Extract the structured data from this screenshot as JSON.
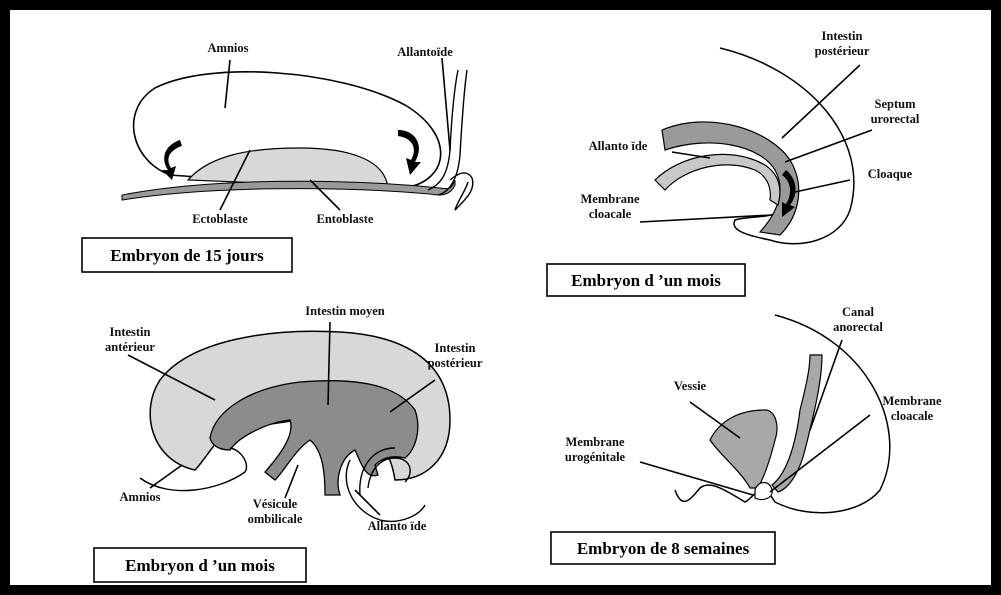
{
  "colors": {
    "light_gray": "#d8d8d8",
    "dark_gray": "#8c8c8c",
    "mid_gray": "#a8a8a8",
    "outline": "#000000"
  },
  "panels": {
    "top_left": {
      "caption": "Embryon de 15 jours",
      "labels": {
        "amnios": "Amnios",
        "allantoide": "Allantoïde",
        "ectoblaste": "Ectoblaste",
        "entoblaste": "Entoblaste"
      }
    },
    "top_right": {
      "caption": "Embryon d ’un mois",
      "labels": {
        "intestin_posterieur_1": "Intestin",
        "intestin_posterieur_2": "postérieur",
        "septum_1": "Septum",
        "septum_2": "urorectal",
        "allantoide": "Allanto ïde",
        "cloaque": "Cloaque",
        "membrane_1": "Membrane",
        "membrane_2": "cloacale"
      }
    },
    "bottom_left": {
      "caption": "Embryon d ’un mois",
      "labels": {
        "intestin_moyen": "Intestin moyen",
        "intestin_anterieur_1": "Intestin",
        "intestin_anterieur_2": "antérieur",
        "intestin_posterieur_1": "Intestin",
        "intestin_posterieur_2": "postérieur",
        "amnios": "Amnios",
        "vesicule_1": "Vésicule",
        "vesicule_2": "ombilicale",
        "allantoide": "Allanto ïde"
      }
    },
    "bottom_right": {
      "caption": "Embryon de 8 semaines",
      "labels": {
        "canal_1": "Canal",
        "canal_2": "anorectal",
        "vessie": "Vessie",
        "membrane_cloacale_1": "Membrane",
        "membrane_cloacale_2": "cloacale",
        "membrane_urogenitale_1": "Membrane",
        "membrane_urogenitale_2": "urogénitale"
      }
    }
  }
}
